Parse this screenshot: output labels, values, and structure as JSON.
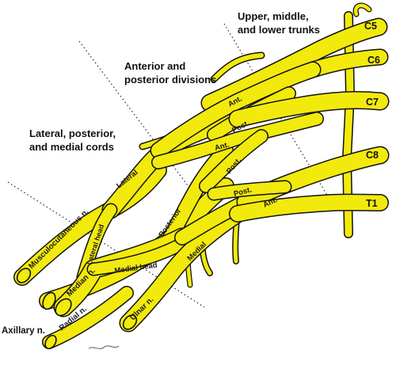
{
  "colors": {
    "nerve": "#f2ea0c",
    "outline": "#111111",
    "background": "#ffffff"
  },
  "headings": {
    "trunks_line1": "Upper, middle,",
    "trunks_line2": "and lower trunks",
    "divisions_line1": "Anterior and",
    "divisions_line2": "posterior divisions",
    "cords_line1": "Lateral, posterior,",
    "cords_line2": "and medial cords"
  },
  "roots": [
    "C5",
    "C6",
    "C7",
    "C8",
    "T1"
  ],
  "division_labels": {
    "ant_upper": "Ant.",
    "post_upper": "Post.",
    "ant_middle": "Ant.",
    "post_middle": "Post.",
    "post_lower": "Post.",
    "ant_lower": "Ant."
  },
  "cord_labels": {
    "lateral": "Lateral",
    "posterior": "Posterior",
    "medial": "Medial"
  },
  "head_labels": {
    "lateral_head": "Lateral head",
    "medial_head": "Medial head"
  },
  "nerve_labels": {
    "musculocutaneous": "Musculocutaneous n.",
    "median": "Median n.",
    "radial": "Radial n.",
    "ulnar": "Ulnar n.",
    "axillary": "Axillary n."
  }
}
